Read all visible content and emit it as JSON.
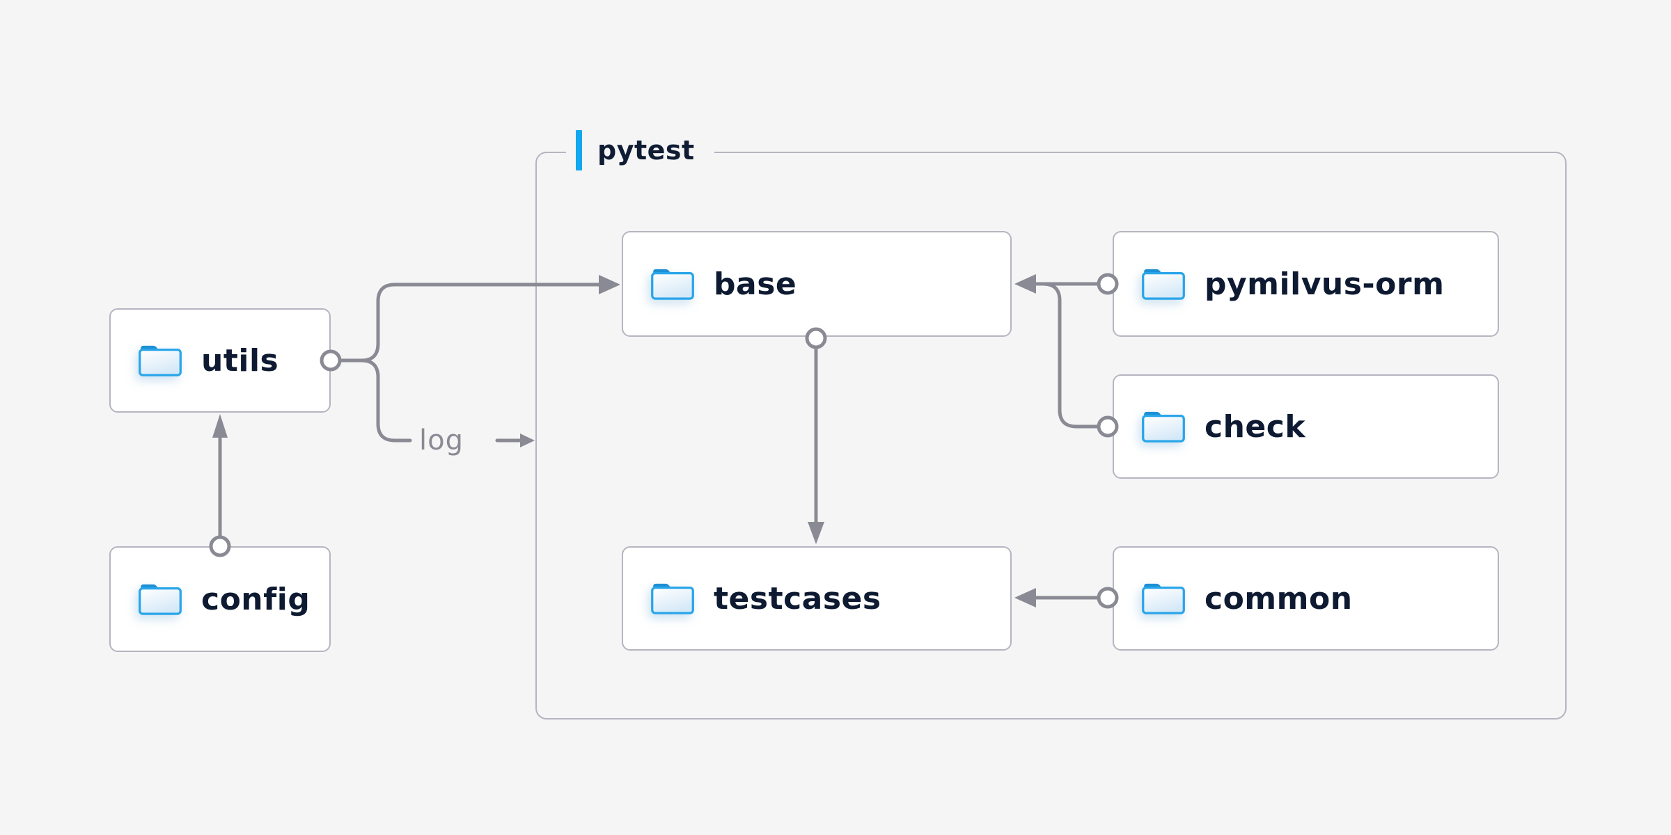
{
  "container": {
    "label": "pytest"
  },
  "nodes": {
    "utils": {
      "label": "utils"
    },
    "config": {
      "label": "config"
    },
    "base": {
      "label": "base"
    },
    "pymilvus-orm": {
      "label": "pymilvus-orm"
    },
    "check": {
      "label": "check"
    },
    "testcases": {
      "label": "testcases"
    },
    "common": {
      "label": "common"
    }
  },
  "edge_label": {
    "text": "log"
  },
  "edges": [
    {
      "from": "config",
      "to": "utils",
      "type": "arrow"
    },
    {
      "from": "utils",
      "to": "base",
      "type": "arrow"
    },
    {
      "from": "utils",
      "to": "log",
      "type": "labeled-stub"
    },
    {
      "from": "base",
      "to": "testcases",
      "type": "arrow"
    },
    {
      "from": "pymilvus-orm",
      "to": "base",
      "type": "arrow"
    },
    {
      "from": "check",
      "to": "base",
      "type": "arrow-merge"
    },
    {
      "from": "common",
      "to": "testcases",
      "type": "arrow"
    }
  ],
  "colors": {
    "background": "#f5f5f6",
    "box_fill": "#ffffff",
    "box_border": "#b5b5c1",
    "connector": "#8a8a94",
    "text_dark": "#0d1a31",
    "edge_label_gray": "#8a8a94",
    "accent_bar_blue": "#12a7ee",
    "folder_stroke": "#29a5e9",
    "folder_tab": "#1d90d4",
    "folder_fill_bottom": "#d4e8f7"
  }
}
